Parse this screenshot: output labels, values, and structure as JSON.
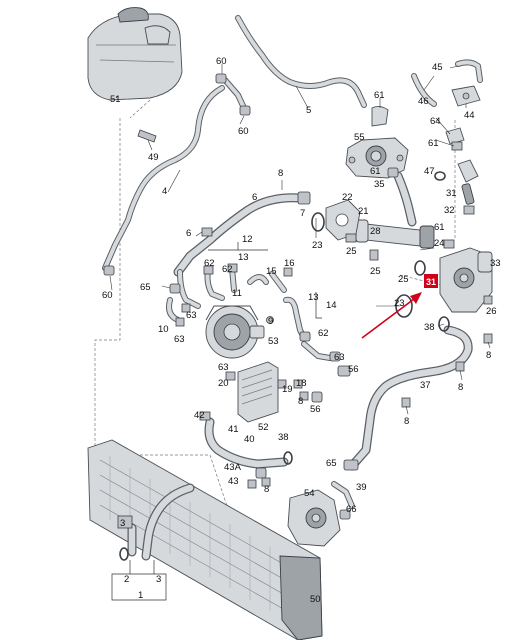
{
  "labels": {
    "l1": "1",
    "l2": "2",
    "l3a": "3",
    "l3b": "3",
    "l4": "4",
    "l5": "5",
    "l6a": "6",
    "l6b": "6",
    "l7": "7",
    "l8a": "8",
    "l8b": "8",
    "l8c": "8",
    "l8d": "8",
    "l9": "9",
    "l10": "10",
    "l11": "11",
    "l12": "12",
    "l13a": "13",
    "l13b": "13",
    "l14": "14",
    "l15": "15",
    "l16": "16",
    "l18": "18",
    "l19": "19",
    "l20": "20",
    "l21": "21",
    "l22": "22",
    "l23a": "23",
    "l23b": "23",
    "l24": "24",
    "l25a": "25",
    "l25b": "25",
    "l26": "26",
    "l28": "28",
    "l31": "31",
    "l32": "32",
    "l33": "33",
    "l35": "35",
    "l37": "37",
    "l38a": "38",
    "l38b": "38",
    "l39": "39",
    "l40": "40",
    "l41": "41",
    "l42": "42",
    "l43": "43",
    "l43a": "43A",
    "l44": "44",
    "l45": "45",
    "l46": "46",
    "l47": "47",
    "l49": "49",
    "l50": "50",
    "l51": "51",
    "l52": "52",
    "l53": "53",
    "l54": "54",
    "l55": "55",
    "l56a": "56",
    "l56b": "56",
    "l60a": "60",
    "l60b": "60",
    "l60c": "60",
    "l61a": "61",
    "l61b": "61",
    "l61c": "61",
    "l62a": "62",
    "l62b": "62",
    "l62c": "62",
    "l63a": "63",
    "l63b": "63",
    "l63c": "63",
    "l63d": "63",
    "l64": "64",
    "l65a": "65",
    "l65b": "65",
    "l66": "66"
  },
  "highlight_label": "31",
  "colors": {
    "accent": "#d0021b",
    "part": "#d6d9dc",
    "outline": "#4a4f55"
  }
}
